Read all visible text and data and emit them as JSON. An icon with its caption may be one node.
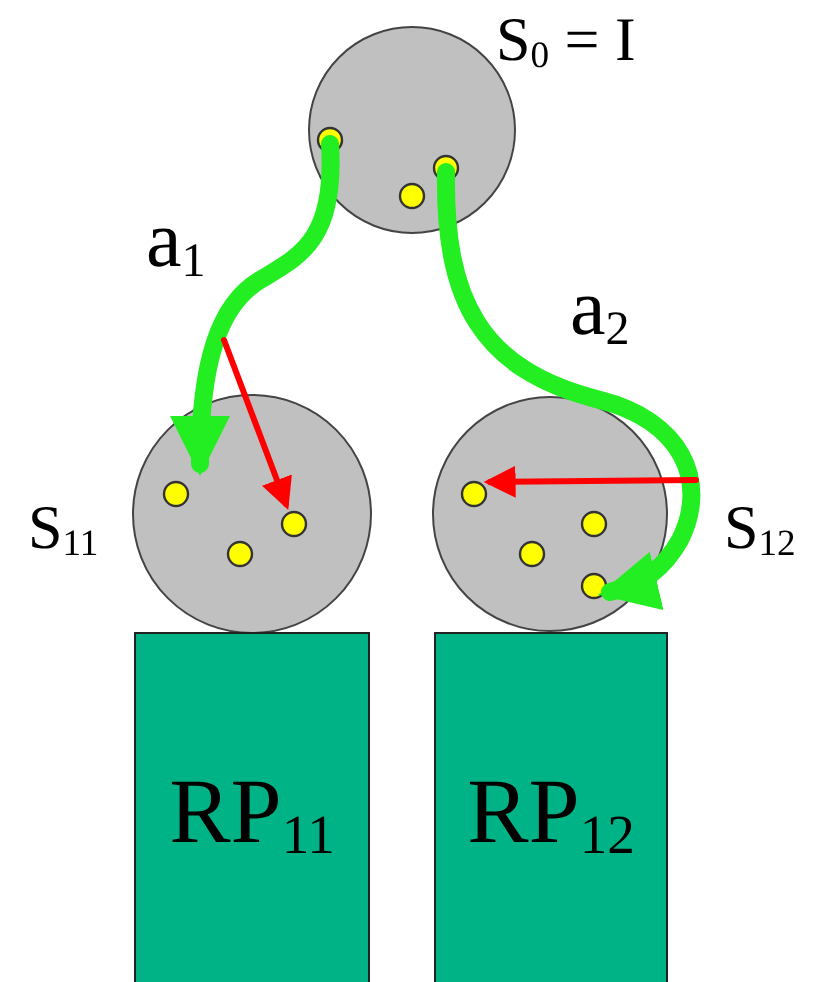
{
  "diagram": {
    "nodes": [
      {
        "text": [],
        "shape": "circle",
        "beside": [
          "S$_{0}$ = I"
        ]
      },
      {
        "text": [],
        "shape": "circle",
        "beside": [
          "S$_{11}$"
        ]
      },
      {
        "text": [],
        "shape": "circle",
        "beside": [
          "S$_{12}$"
        ]
      },
      {
        "text": [
          "RP$_{11}$"
        ]
      },
      {
        "text": [
          "RP$_{12}$"
        ]
      }
    ],
    "edges": [
      {
        "from": 0,
        "to": 1,
        "arrow": "to",
        "label": "a$_{1}$",
        "style": "thick"
      },
      {
        "from": 0,
        "to": 2,
        "arrow": "to",
        "label": "a$_{2}$",
        "style": "thick"
      },
      {
        "from": null,
        "to": 1,
        "arrow": "to",
        "color": "#ff0000"
      },
      {
        "from": null,
        "to": 2,
        "arrow": "to",
        "color": "#ff0000"
      }
    ]
  }
}
